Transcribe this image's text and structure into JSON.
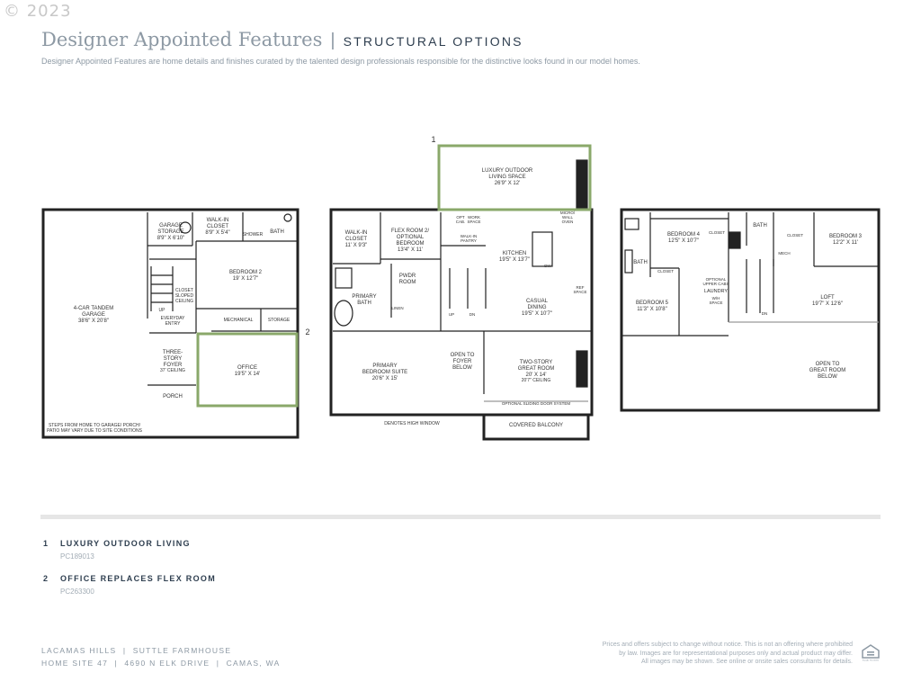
{
  "copyright": "© 2023",
  "header": {
    "title": "Designer Appointed Features",
    "separator": "|",
    "subtitle": "STRUCTURAL OPTIONS",
    "intro": "Designer Appointed Features are home details and finishes curated by the talented design professionals responsible for the distinctive looks found in our model homes."
  },
  "plans": {
    "accent_color": "#8aa86a",
    "callouts": [
      "1",
      "2"
    ],
    "rooms": {
      "garage": [
        "4-CAR TANDEM",
        "GARAGE",
        "38'6\" X 20'8\""
      ],
      "garage_storage": [
        "GARAGE",
        "STORAGE",
        "8'9\" X 6'10\""
      ],
      "walkin_closet": [
        "WALK-IN",
        "CLOSET",
        "8'9\" X 5'4\""
      ],
      "shower": "SHOWER",
      "bath": "BATH",
      "bedroom2": [
        "BEDROOM 2",
        "19' X 12'7\""
      ],
      "closet_sloped": [
        "CLOSET",
        "SLOPED",
        "CEILING"
      ],
      "up": "UP",
      "everyday_entry": [
        "EVERYDAY",
        "ENTRY"
      ],
      "mechanical": "MECHANICAL",
      "storage": "STORAGE",
      "foyer": [
        "THREE-",
        "STORY",
        "FOYER",
        "37' CEILING"
      ],
      "office": [
        "OFFICE",
        "19'5\" X 14'"
      ],
      "porch": "PORCH",
      "steps_note": [
        "STEPS FROM HOME TO GARAGE/ PORCH/",
        "PATIO MAY VARY DUE TO SITE CONDITIONS"
      ],
      "outdoor": [
        "LUXURY OUTDOOR",
        "LIVING SPACE",
        "26'9\" X 12'"
      ],
      "walkin_closet_main": [
        "WALK-IN",
        "CLOSET",
        "11' X 9'3\""
      ],
      "flex_room": [
        "FLEX ROOM 2/",
        "OPTIONAL",
        "BEDROOM",
        "13'4\" X 11'"
      ],
      "opt_cab": [
        "OPT",
        "CAB."
      ],
      "work_space": [
        "WORK",
        "SPACE"
      ],
      "walkin_pantry": [
        "WALK-IN",
        "PANTRY"
      ],
      "micro_wall_oven": [
        "MICRO/",
        "WALL",
        "OVEN"
      ],
      "kitchen": [
        "KITCHEN",
        "19'5\" X 13'7\""
      ],
      "pwdr_room": [
        "PWDR",
        "ROOM"
      ],
      "linen": "LINEN",
      "primary_bath": [
        "PRIMARY",
        "BATH"
      ],
      "dw": "DW",
      "ref_space": [
        "REF",
        "SPACE"
      ],
      "casual_dining": [
        "CASUAL",
        "DINING",
        "19'5\" X 10'7\""
      ],
      "dn": "DN",
      "primary_suite": [
        "PRIMARY",
        "BEDROOM SUITE",
        "20'6\" X 15'"
      ],
      "open_foyer": [
        "OPEN TO",
        "FOYER",
        "BELOW"
      ],
      "great_room": [
        "TWO-STORY",
        "GREAT ROOM",
        "20' X 14'",
        "20'7\" CEILING"
      ],
      "sliding_door": "OPTIONAL SLIDING DOOR SYSTEM",
      "high_window": "DENOTES HIGH WINDOW",
      "covered_balcony": "COVERED BALCONY",
      "bedroom4": [
        "BEDROOM 4",
        "12'5\" X 10'7\""
      ],
      "closet": "CLOSET",
      "bedroom3": [
        "BEDROOM 3",
        "12'2\" X 11'"
      ],
      "mech": "MECH",
      "optional_upper_cabs": [
        "OPTIONAL",
        "UPPER CABS"
      ],
      "laundry": "LAUNDRY",
      "wh_space": [
        "W/H",
        "SPACE"
      ],
      "bedroom5": [
        "BEDROOM 5",
        "11'3\" X 10'8\""
      ],
      "loft": [
        "LOFT",
        "19'7\" X 12'6\""
      ],
      "open_great_room": [
        "OPEN TO",
        "GREAT ROOM",
        "BELOW"
      ]
    }
  },
  "options": [
    {
      "number": "1",
      "label": "LUXURY OUTDOOR LIVING",
      "code": "PC189013"
    },
    {
      "number": "2",
      "label": "OFFICE REPLACES FLEX ROOM",
      "code": "PC263300"
    }
  ],
  "footer": {
    "community": "LACAMAS HILLS",
    "plan": "SUTTLE FARMHOUSE",
    "homesite": "HOME SITE 47",
    "address": "4690 N ELK DRIVE",
    "city": "CAMAS, WA",
    "sep": "|",
    "disclaimer": [
      "Prices and offers subject to change without notice. This is not an offering where prohibited",
      "by law. Images are for representational purposes only and actual product may differ.",
      "All images may be shown. See online or onsite sales consultants for details."
    ],
    "logo_icon": "equal-housing-opportunity-icon",
    "logo_text": [
      "EQUAL HOUSING",
      "OPPORTUNITY"
    ]
  }
}
